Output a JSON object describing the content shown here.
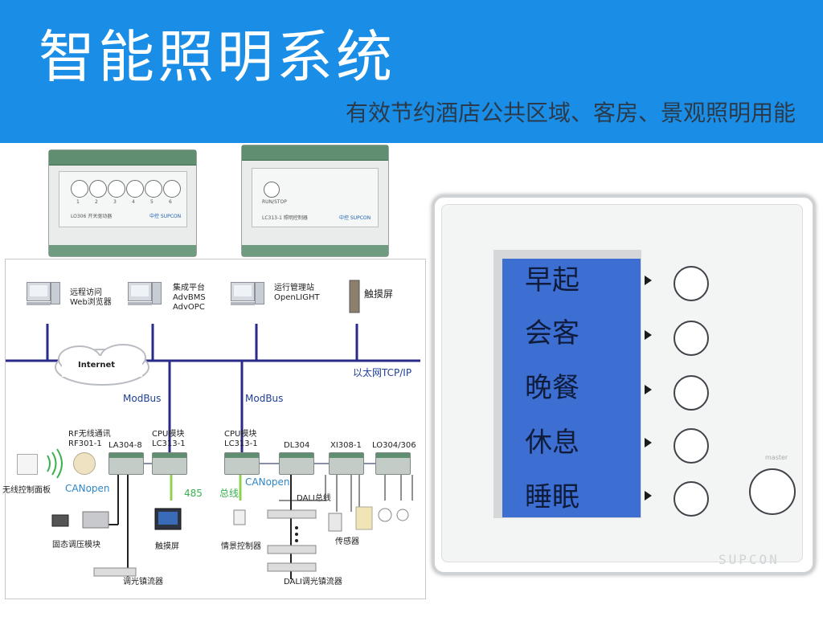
{
  "header": {
    "title": "智能照明系统",
    "subtitle": "有效节约酒店公共区域、客房、景观照明用能"
  },
  "modules": {
    "left": {
      "label": "LO306 开关驱动器",
      "brand": "中控 SUPCON",
      "numbers": [
        "1",
        "2",
        "3",
        "4",
        "5",
        "6"
      ]
    },
    "right": {
      "label": "LC313-1 照明控制器",
      "brand": "中控 SUPCON",
      "button_label": "RUN/STOP"
    }
  },
  "diagram": {
    "top_nodes": [
      {
        "title": "远程访问",
        "line2": "Web浏览器"
      },
      {
        "title": "集成平台",
        "line2": "AdvBMS",
        "line3": "AdvOPC"
      },
      {
        "title": "运行管理站",
        "line2": "OpenLIGHT"
      },
      {
        "title": "触摸屏"
      }
    ],
    "internet": "Internet",
    "ethernet": "以太网TCP/IP",
    "modbus_left": "ModBus",
    "modbus_right": "ModBus",
    "devices": [
      {
        "title": "RF无线通讯",
        "model": "RF301-1"
      },
      {
        "model": "LA304-8"
      },
      {
        "title": "CPU模块",
        "model": "LC313-1"
      },
      {
        "title": "CPU模块",
        "model": "LC313-1"
      },
      {
        "model": "DL304"
      },
      {
        "model": "XI308-1"
      },
      {
        "model": "LO304/306"
      }
    ],
    "wireless_panel": "无线控制面板",
    "canopen_left": "CANopen",
    "canopen_right": "CANopen",
    "bus_485": "485",
    "bus_total": "总线",
    "dali_bus": "DALI总线",
    "solid_state": "固态调压模块",
    "touch_screen": "触摸屏",
    "scene_controller": "情景控制器",
    "sensor": "传感器",
    "dimming_ballast": "调光镇流器",
    "dali_ballast": "DALI调光镇流器"
  },
  "panel": {
    "scenes": [
      "早起",
      "会客",
      "晚餐",
      "休息",
      "睡眠"
    ],
    "brand": "SUPCON",
    "small_label": "master"
  },
  "colors": {
    "header_bg": "#1a8ee6",
    "lcd_bg": "#3d6fd2",
    "bus_line": "#2a2a8a",
    "green_bus": "#8fd14f"
  }
}
